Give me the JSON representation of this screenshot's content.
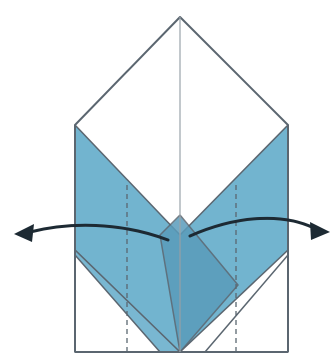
{
  "diagram": {
    "kind": "origami-fold-step",
    "colors": {
      "paper_front": "#ffffff",
      "paper_color_side": "#72b4cf",
      "paper_color_side_dark": "#5a9cbb",
      "edge": "#5b6670",
      "crease": "#9aa3aa",
      "arrow": "#1d2a33"
    },
    "elements": [
      "top-triangle-flap",
      "left-colored-flap",
      "right-colored-flap",
      "center-crease",
      "valley-fold-lines",
      "unfold-arrow-left",
      "unfold-arrow-right"
    ]
  }
}
